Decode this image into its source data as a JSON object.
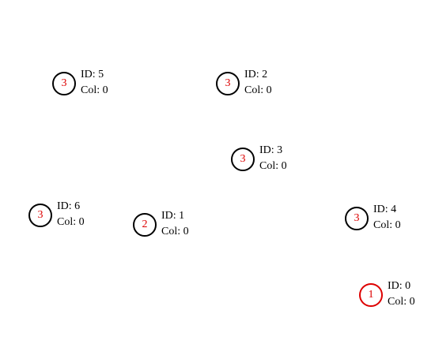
{
  "colors": {
    "background": "#ffffff",
    "node_border": "#000000",
    "selected_border": "#dd0000",
    "count_text": "#dd0000",
    "label_text": "#000000"
  },
  "nodes": [
    {
      "id_label": "ID: 5",
      "col_label": "Col: 0",
      "count": "3",
      "selected": false
    },
    {
      "id_label": "ID: 2",
      "col_label": "Col: 0",
      "count": "3",
      "selected": false
    },
    {
      "id_label": "ID: 3",
      "col_label": "Col: 0",
      "count": "3",
      "selected": false
    },
    {
      "id_label": "ID: 6",
      "col_label": "Col: 0",
      "count": "3",
      "selected": false
    },
    {
      "id_label": "ID: 1",
      "col_label": "Col: 0",
      "count": "2",
      "selected": false
    },
    {
      "id_label": "ID: 4",
      "col_label": "Col: 0",
      "count": "3",
      "selected": false
    },
    {
      "id_label": "ID: 0",
      "col_label": "Col: 0",
      "count": "1",
      "selected": true
    }
  ]
}
